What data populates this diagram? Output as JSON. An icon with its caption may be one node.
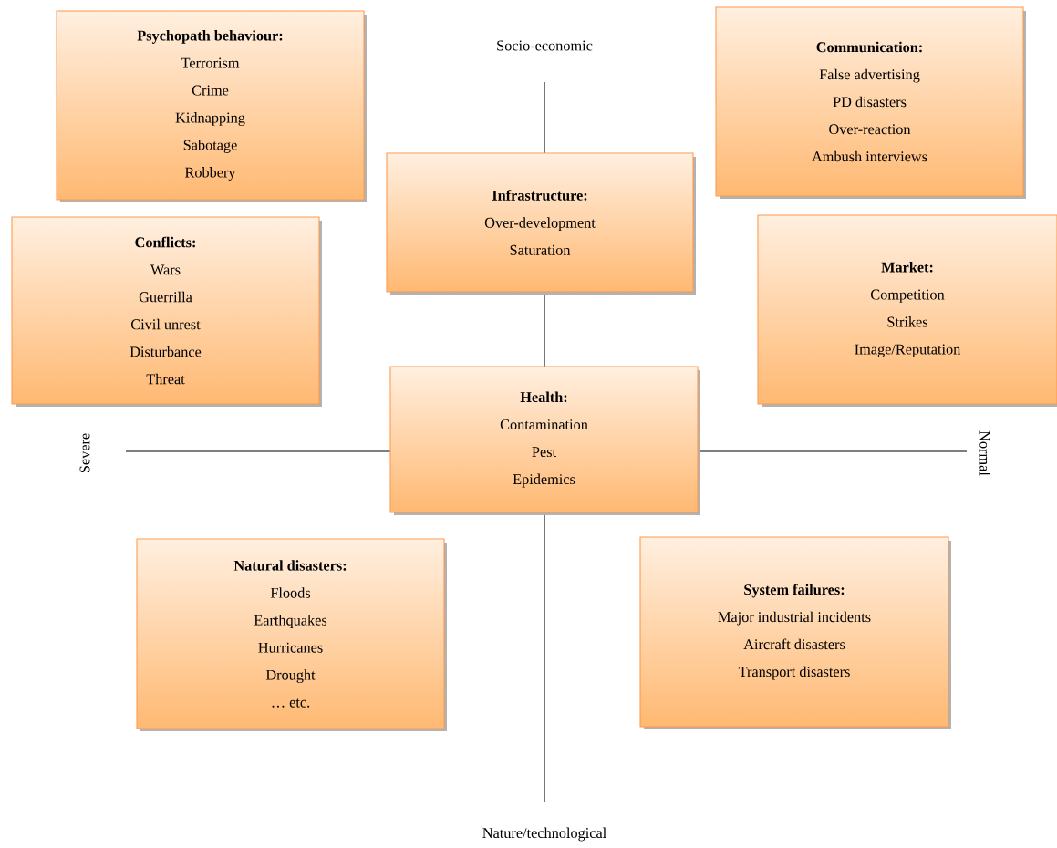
{
  "diagram": {
    "nodes": [
      {
        "text": [
          "Psychopath behaviour:",
          "Terrorism",
          "Crime",
          "Kidnapping",
          "Sabotage",
          "Robbery"
        ]
      },
      {
        "text": [
          "Communication:",
          "False advertising",
          "PD disasters",
          "Over-reaction",
          "Ambush interviews"
        ]
      },
      {
        "text": [
          "Infrastructure:",
          "Over-development",
          "Saturation"
        ]
      },
      {
        "text": [
          "Conflicts:",
          "Wars",
          "Guerrilla",
          "Civil unrest",
          "Disturbance",
          "Threat"
        ]
      },
      {
        "text": [
          "Market:",
          "Competition",
          "Strikes",
          "Image/Reputation"
        ]
      },
      {
        "text": [
          "Health:",
          "Contamination",
          "Pest",
          "Epidemics"
        ]
      },
      {
        "text": [
          "Natural disasters:",
          "Floods",
          "Earthquakes",
          "Hurricanes",
          "Drought",
          "… etc."
        ]
      },
      {
        "text": [
          "System failures:",
          "Major industrial incidents",
          "Aircraft disasters",
          "Transport disasters"
        ]
      }
    ],
    "labels": [
      "Socio-economic",
      "Severe",
      "Normal",
      "Nature/technological"
    ]
  }
}
